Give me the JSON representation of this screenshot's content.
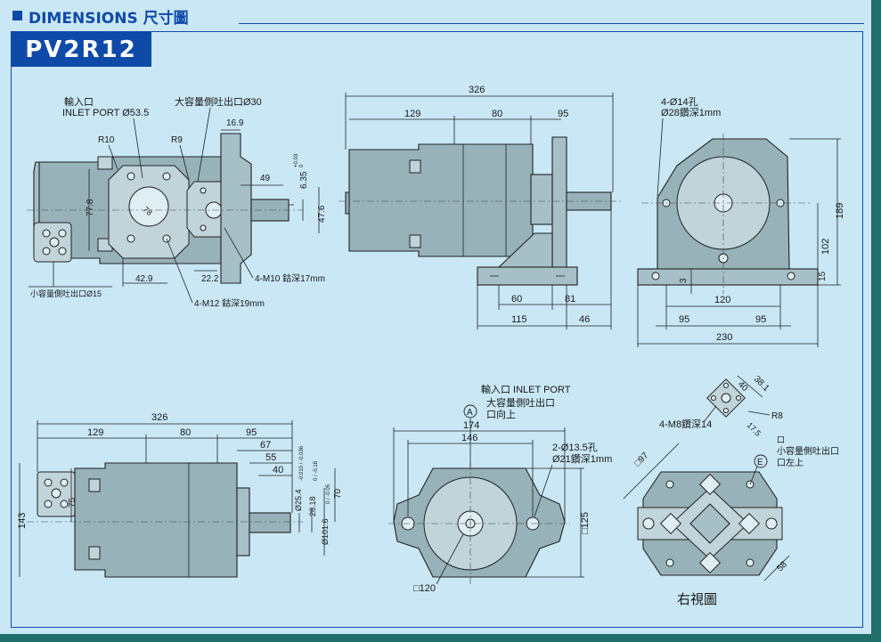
{
  "header": {
    "title": "DIMENSIONS",
    "title_cn": "尺寸圖",
    "model": "PV2R12"
  },
  "colors": {
    "accent": "#0f4aa8",
    "paper": "#c9e7f5",
    "body": "#97b2b9"
  },
  "side_view": {
    "inlet_cn": "輸入口",
    "inlet_port": "INLET PORT Ø53.5",
    "large_outlet": "大容量側吐出口Ø30",
    "r10": "R10",
    "r9": "R9",
    "d16_9": "16.9",
    "d49": "49",
    "d6_35": "6.35",
    "tol_6_35_up": "+0.03",
    "tol_6_35_dn": "0",
    "d47_6": "47.6",
    "d77_8": "77.8",
    "d78": "78",
    "d42_9": "42.9",
    "d22_2": "22.2",
    "m10": "4-M10 鈷深17mm",
    "m12": "4-M12 鈷深19mm",
    "small_outlet": "小容量側吐出口Ø15"
  },
  "front_view": {
    "d326": "326",
    "d129": "129",
    "d80": "80",
    "d95": "95",
    "d60": "60",
    "d81": "81",
    "d115": "115",
    "d46": "46"
  },
  "end_view": {
    "holes": "4-Ø14孔",
    "spot": "Ø28鑽深1mm",
    "d189": "189",
    "d102": "102",
    "d15": "15",
    "d3": "3",
    "d120": "120",
    "d95a": "95",
    "d95b": "95",
    "d230": "230"
  },
  "bottom_view": {
    "d326": "326",
    "d129": "129",
    "d80": "80",
    "d95": "95",
    "d67": "67",
    "d55": "55",
    "d40": "40",
    "d25_4": "Ø25.4",
    "tol_25_4": "-0.010 / -0.036",
    "d28_18": "28.18",
    "tol_28_18": "0 / -0.18",
    "d101_6": "Ø101.6",
    "tol_101_6": "0 / -0.05",
    "d70": "70",
    "d75": "75",
    "d143": "143"
  },
  "port_view": {
    "inlet_note": "輸入口 INLET PORT",
    "large_outlet": "大容量側吐出口",
    "up": "口向上",
    "label_a": "A",
    "d174": "174",
    "d146": "146",
    "holes": "2-Ø13.5孔",
    "spot": "Ø21鑽深1mm",
    "sq125": "□125",
    "sq120": "□120"
  },
  "right_view": {
    "d38_1": "38.1",
    "d40": "40",
    "r8": "R8",
    "d17_5": "17.5",
    "m8": "4-M8鑽深14",
    "small_outlet_1": "口",
    "small_outlet_2": "小容量側吐出口",
    "left_up": "口左上",
    "label_e": "E",
    "sq97": "□97",
    "d58": "58",
    "caption": "右視圖"
  }
}
